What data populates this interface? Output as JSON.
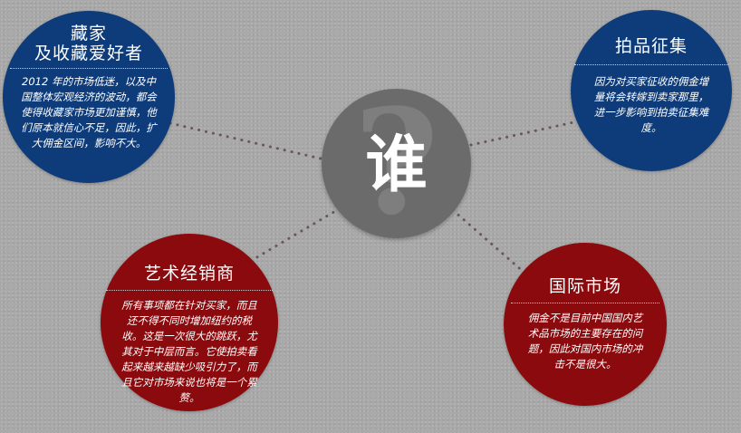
{
  "center": {
    "character": "谁",
    "icon": "question-mark-icon",
    "color": "#6b6b6b"
  },
  "colors": {
    "blue": "#0e3c7a",
    "red": "#8b0a0d",
    "background": "#a9a9a9"
  },
  "bubbles": {
    "collector": {
      "title_line1": "藏家",
      "title_line2": "及收藏爱好者",
      "body": "2012 年的市场低迷，以及中国整体宏观经济的波动，都会使得收藏家市场更加谨慎，他们原本就信心不足，因此，扩大佣金区间，影响不大。"
    },
    "auction": {
      "title": "拍品征集",
      "body": "因为对买家征收的佣金增量将会转嫁到卖家那里，进一步影响到拍卖征集难度。"
    },
    "dealer": {
      "title": "艺术经销商",
      "body": "所有事项都在针对买家，而且还不得不同时增加纽约的税收。这是一次很大的跳跃，尤其对于中层而言。它使拍卖看起来越来越缺少吸引力了，而且它对市场来说也将是一个累赘。"
    },
    "market": {
      "title": "国际市场",
      "body": "佣金不是目前中国国内艺术品市场的主要存在的问题，因此对国内市场的冲击不是很大。"
    }
  }
}
